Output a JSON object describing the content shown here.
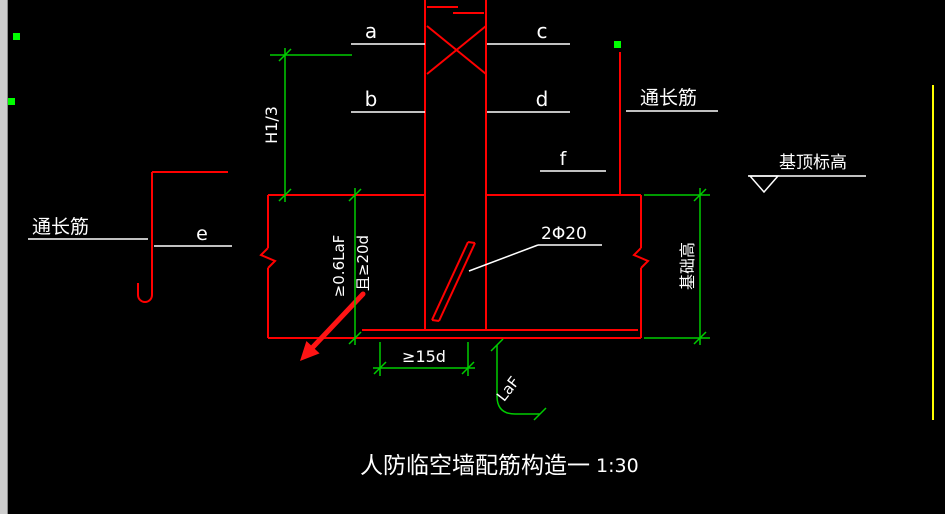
{
  "app": {
    "kind": "cad-drawing-viewport",
    "background": "#000000"
  },
  "colors": {
    "rebar_red": "#ff0000",
    "dimension_green": "#00cc00",
    "grip_green": "#00ff00",
    "text_white": "#ffffff",
    "boundary_yellow": "#ffff00",
    "scrollbar_gray": "#cdcdcd"
  },
  "labels": {
    "point_a": "a",
    "point_b": "b",
    "point_c": "c",
    "point_d": "d",
    "point_e": "e",
    "point_f": "f",
    "dim_h13": "H1/3",
    "through_bar_left": "通长筋",
    "through_bar_right": "通长筋",
    "bar_spec": "2Φ20",
    "dim_anchor_len": "≥0.6LaF",
    "dim_anchor_len2": "且≥20d",
    "dim_15d": "≥15d",
    "dim_laf": "LaF",
    "foundation_top_level": "基顶标高",
    "foundation_height": "基础高",
    "title": "人防临空墙配筋构造一",
    "scale": "1:30"
  }
}
